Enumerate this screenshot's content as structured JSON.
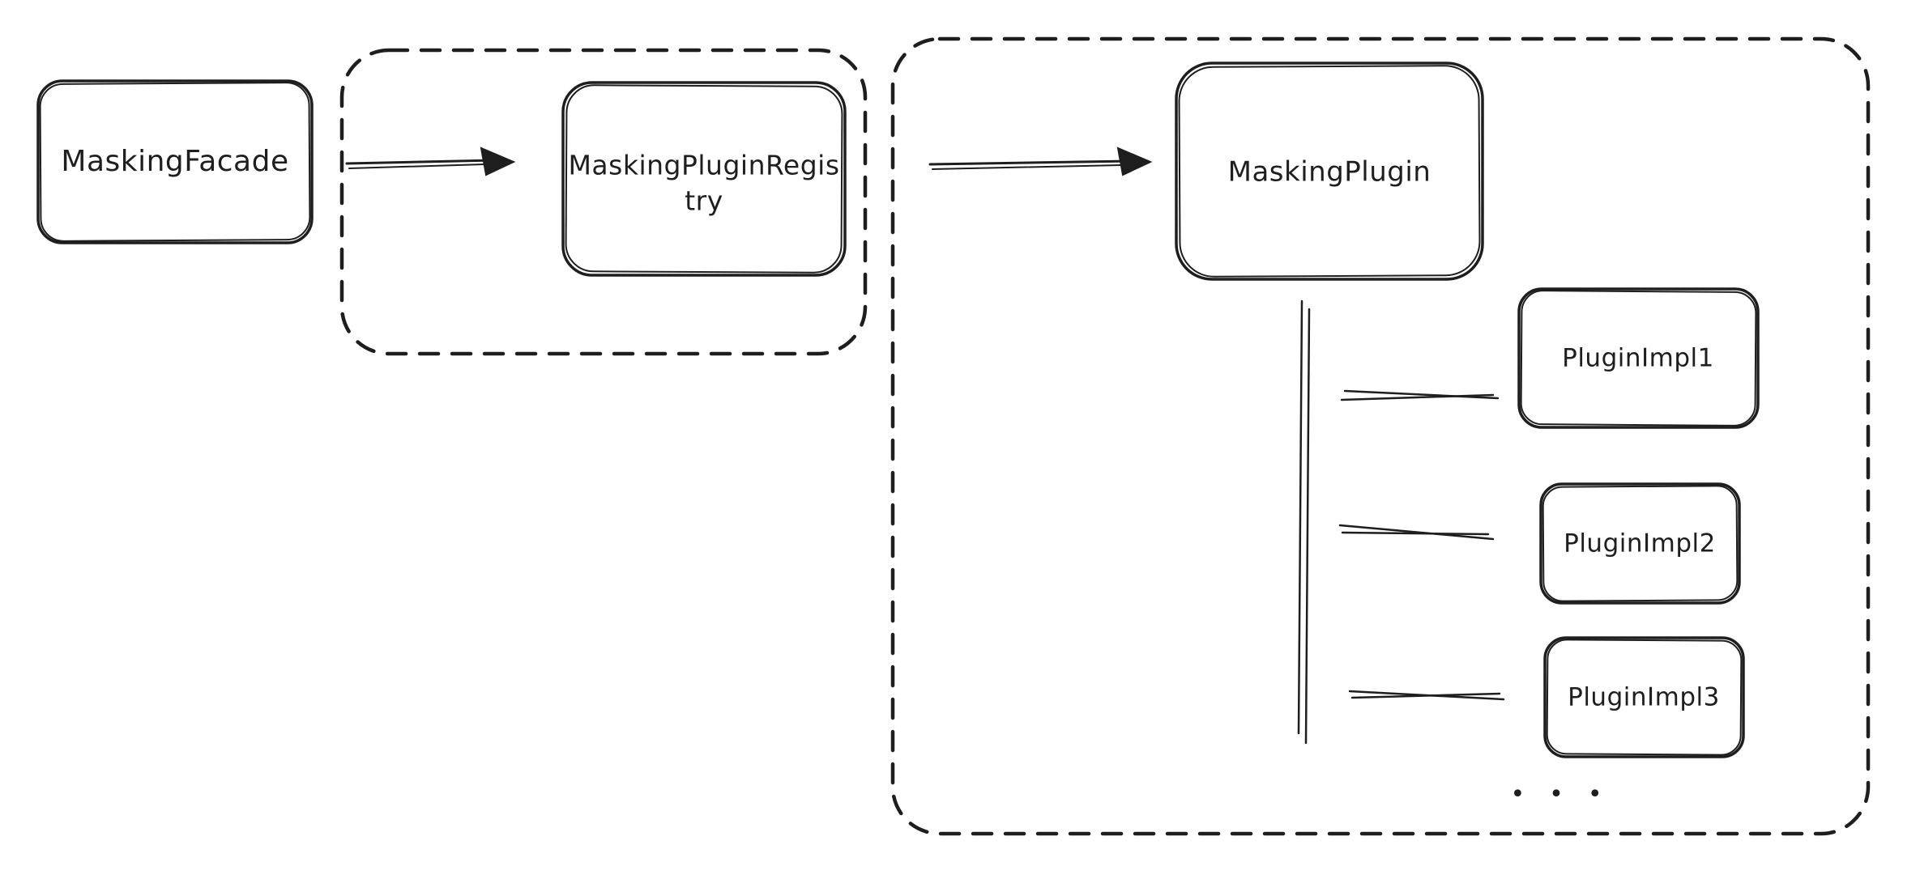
{
  "diagram": {
    "background_color": "#ffffff",
    "stroke_color": "#1e1e1e",
    "nodes": {
      "facade": {
        "label": "MaskingFacade"
      },
      "registry": {
        "label": "MaskingPluginRegis\ntry"
      },
      "plugin": {
        "label": "MaskingPlugin"
      },
      "impl1": {
        "label": "PluginImpl1"
      },
      "impl2": {
        "label": "PluginImpl2"
      },
      "impl3": {
        "label": "PluginImpl3"
      }
    },
    "more_indicator": "•••",
    "groups": [
      {
        "id": "registry-group",
        "style": "dashed-rounded",
        "contains": [
          "registry"
        ]
      },
      {
        "id": "plugin-group",
        "style": "dashed-rounded",
        "contains": [
          "plugin",
          "impl1",
          "impl2",
          "impl3"
        ]
      }
    ],
    "connections": [
      {
        "from": "facade",
        "to": "registry",
        "type": "arrow"
      },
      {
        "from": "registry",
        "to": "plugin",
        "type": "arrow"
      },
      {
        "from": "plugin",
        "to": "impl1",
        "type": "line"
      },
      {
        "from": "plugin",
        "to": "impl2",
        "type": "line"
      },
      {
        "from": "plugin",
        "to": "impl3",
        "type": "line"
      }
    ]
  }
}
